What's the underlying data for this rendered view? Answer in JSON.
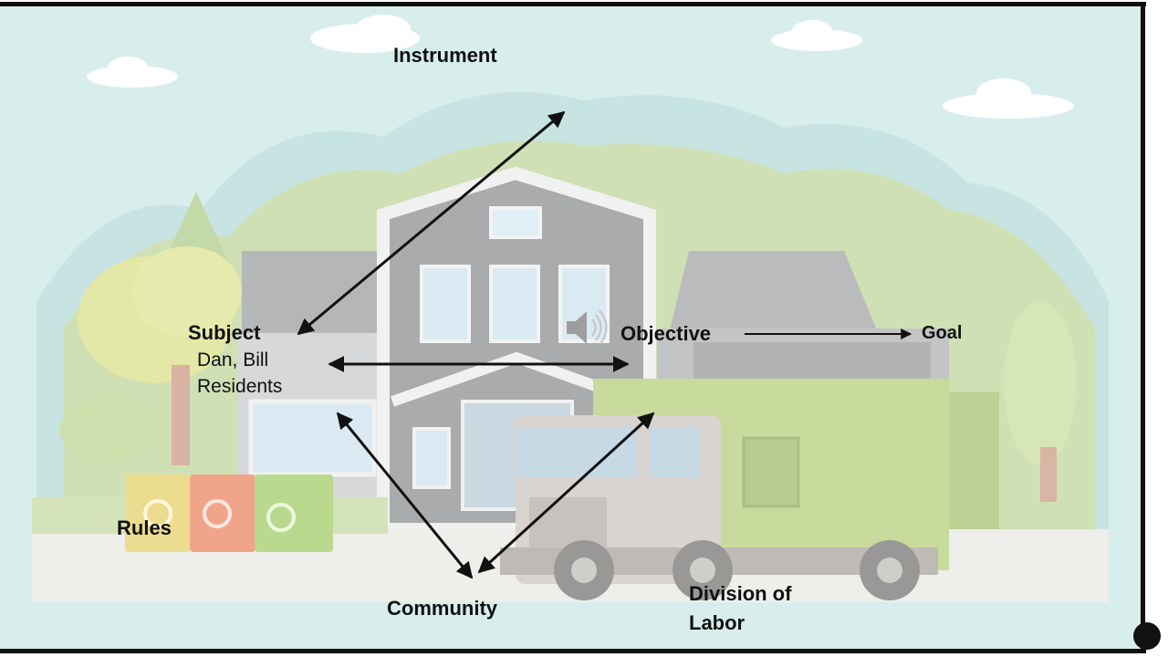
{
  "nodes": {
    "instrument": "Instrument",
    "subject": "Subject",
    "subject_detail_1": "Dan, Bill",
    "subject_detail_2": "Residents",
    "objective": "Objective",
    "goal": "Goal",
    "rules": "Rules",
    "community": "Community",
    "division_line_1": "Division of",
    "division_line_2": "Labor"
  },
  "icons": {
    "speaker": "speaker-icon"
  },
  "colors": {
    "sky": "#d4ecea",
    "tree": "#c9ddb0",
    "house": "#a9acaf",
    "truck": "#c6d99a",
    "arrow": "#111111"
  }
}
